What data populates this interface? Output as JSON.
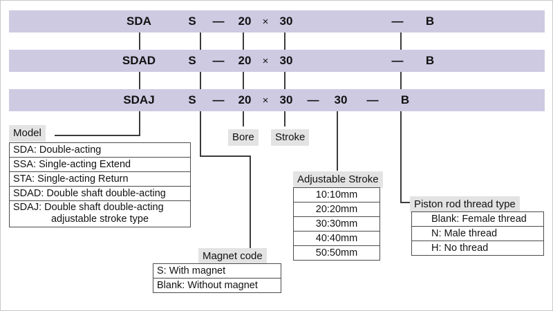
{
  "model_codes": [
    {
      "name": "row-sda",
      "prefix": "SDA",
      "magnet": "S",
      "dash1": "—",
      "bore": "20",
      "times": "×",
      "stroke": "30",
      "adjustable": "",
      "dash2": "—",
      "thread": "B"
    },
    {
      "name": "row-sdad",
      "prefix": "SDAD",
      "magnet": "S",
      "dash1": "—",
      "bore": "20",
      "times": "×",
      "stroke": "30",
      "adjustable": "",
      "dash2": "—",
      "thread": "B"
    },
    {
      "name": "row-sdaj",
      "prefix": "SDAJ",
      "magnet": "S",
      "dash1": "—",
      "bore": "20",
      "times": "×",
      "stroke": "30",
      "adj_dash": "—",
      "adjustable": "30",
      "dash2": "—",
      "thread": "B"
    }
  ],
  "captions": {
    "model": "Model",
    "bore": "Bore",
    "stroke": "Stroke",
    "adjustable_stroke": "Adjustable Stroke",
    "magnet_code": "Magnet code",
    "piston_rod_thread_type": "Piston rod thread type"
  },
  "model_table": [
    "SDA: Double-acting",
    "SSA: Single-acting Extend",
    "STA: Single-acting Return",
    "SDAD: Double shaft double-acting"
  ],
  "model_table_last": {
    "line1": "SDAJ: Double shaft double-acting",
    "line2": "adjustable stroke type"
  },
  "adjustable_stroke_table": [
    "10:10mm",
    "20:20mm",
    "30:30mm",
    "40:40mm",
    "50:50mm"
  ],
  "magnet_code_table": [
    "S: With magnet",
    "Blank: Without magnet"
  ],
  "piston_rod_thread_table": [
    "Blank: Female thread",
    "N: Male thread",
    "H: No thread"
  ],
  "colors": {
    "band": "#cdcae2",
    "chip": "#e3e3e3",
    "line": "#3a3a3a",
    "border": "#4a4a4a"
  }
}
